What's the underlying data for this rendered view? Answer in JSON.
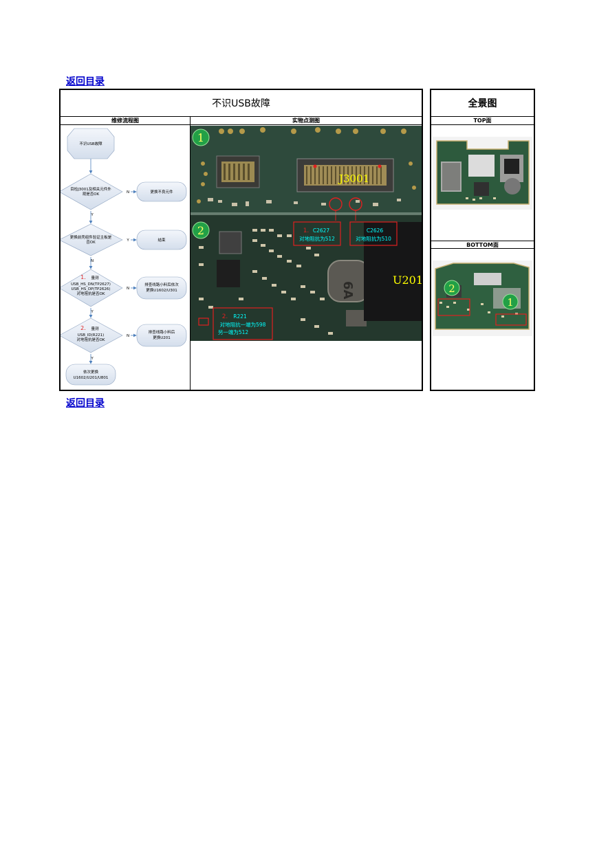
{
  "nav": {
    "back_label": "返回目录"
  },
  "main": {
    "title": "不识USB故障",
    "col_flowchart": "维修流程图",
    "col_photo": "实物点测图"
  },
  "side": {
    "title": "全景图",
    "top_label": "TOP面",
    "bottom_label": "BOTTOM面"
  },
  "flowchart": {
    "start": "不识USB故障",
    "step1": [
      "目检J3001及相关元件外",
      "观是否OK"
    ],
    "step1_action": "更换不良元件",
    "step2": [
      "更换前壳组件验证主板是",
      "否OK"
    ],
    "step2_action": "结束",
    "step3_num": "1.",
    "step3": [
      "量测",
      "USB_HS_DN(TP2627)",
      "USB_HS_DP(TP2626)",
      "对地阻抗是否OK"
    ],
    "step3_action": [
      "排查线路小料后依次",
      "更换U1602/U301"
    ],
    "step4_num": "2.",
    "step4": [
      "量测",
      "USB_ID(R221)",
      "对地阻抗是否OK"
    ],
    "step4_action": [
      "排查线路小料后",
      "更换U201"
    ],
    "end": [
      "依次更换",
      "U1602/U201/U801"
    ],
    "yes": "Y",
    "no": "N"
  },
  "photo": {
    "marker1": "1",
    "marker2": "2",
    "connector": "J3001",
    "chip": "U201",
    "c2627_label": "C2627",
    "c2627_num": "1.",
    "c2627_value": "对地阻抗为512",
    "c2626_label": "C2626",
    "c2626_value": "对地阻抗为510",
    "r221_label": "R221",
    "r221_num": "2.",
    "r221_value1": "对地阻抗一端为598",
    "r221_value2": "另一端为512",
    "inductor_mark": "6A"
  },
  "colors": {
    "link": "#0000cc",
    "flow_box": "#dbe5f1",
    "flow_arrow": "#4f81bd",
    "marker_green": "#22a046",
    "annotation_red": "#e02020",
    "annotation_cyan": "#00ffff",
    "label_yellow": "#ffff00"
  }
}
